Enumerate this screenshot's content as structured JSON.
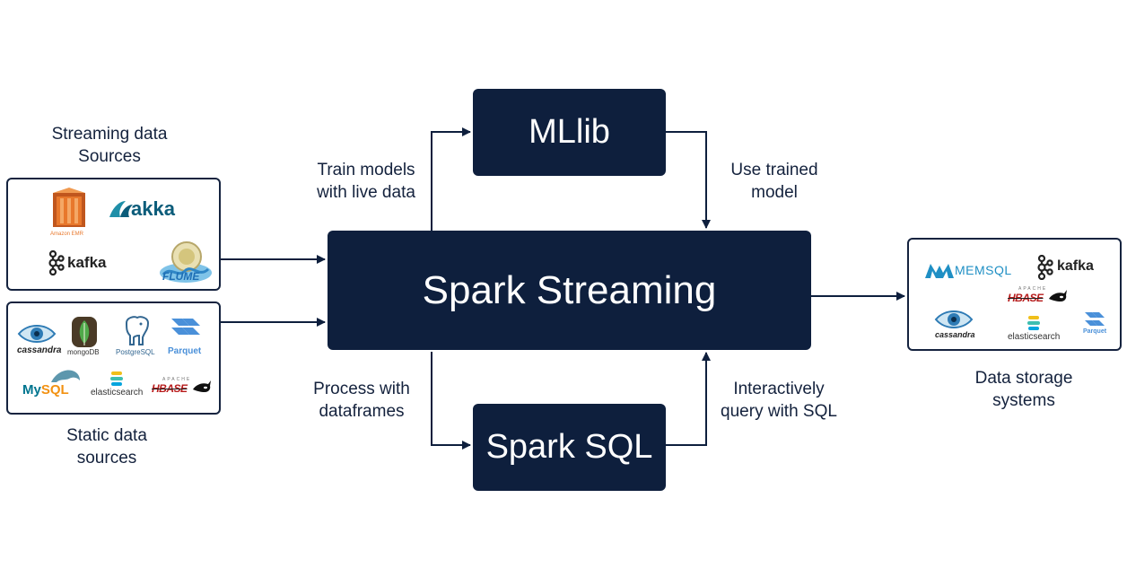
{
  "title_streaming_sources": [
    "Streaming data",
    "Sources"
  ],
  "title_static_sources": [
    "Static data",
    "sources"
  ],
  "title_storage": [
    "Data storage",
    "systems"
  ],
  "nodes": {
    "mllib": "MLlib",
    "spark_streaming": "Spark Streaming",
    "spark_sql": "Spark SQL"
  },
  "edge_labels": {
    "train": [
      "Train models",
      "with live data"
    ],
    "use_model": [
      "Use trained",
      "model"
    ],
    "process": [
      "Process with",
      "dataframes"
    ],
    "query": [
      "Interactively",
      "query with SQL"
    ]
  },
  "streaming_logos": {
    "emr": "Amazon EMR",
    "akka": "akka",
    "kafka": "kafka",
    "flume": "FLUME"
  },
  "static_logos": {
    "cassandra": "cassandra",
    "mongodb": "mongoDB",
    "postgres": "PostgreSQL",
    "parquet": "Parquet",
    "mysql_my": "My",
    "mysql_sql": "SQL",
    "elastic": "elasticsearch",
    "hbase_top": "APACHE",
    "hbase": "HBASE"
  },
  "storage_logos": {
    "memsql": "MEMSQL",
    "kafka": "kafka",
    "hbase_top": "APACHE",
    "hbase": "HBASE",
    "cassandra": "cassandra",
    "elastic": "elasticsearch",
    "parquet": "Parquet"
  },
  "colors": {
    "navy": "#0e1f3d",
    "emr_orange": "#e8782c",
    "akka_teal": "#1f8fa8",
    "mongo_green": "#3f9a41",
    "parquet_blue": "#4a90d9",
    "mysql_blue": "#00758f",
    "mysql_orange": "#f29111",
    "hbase_red": "#b71c1c"
  }
}
